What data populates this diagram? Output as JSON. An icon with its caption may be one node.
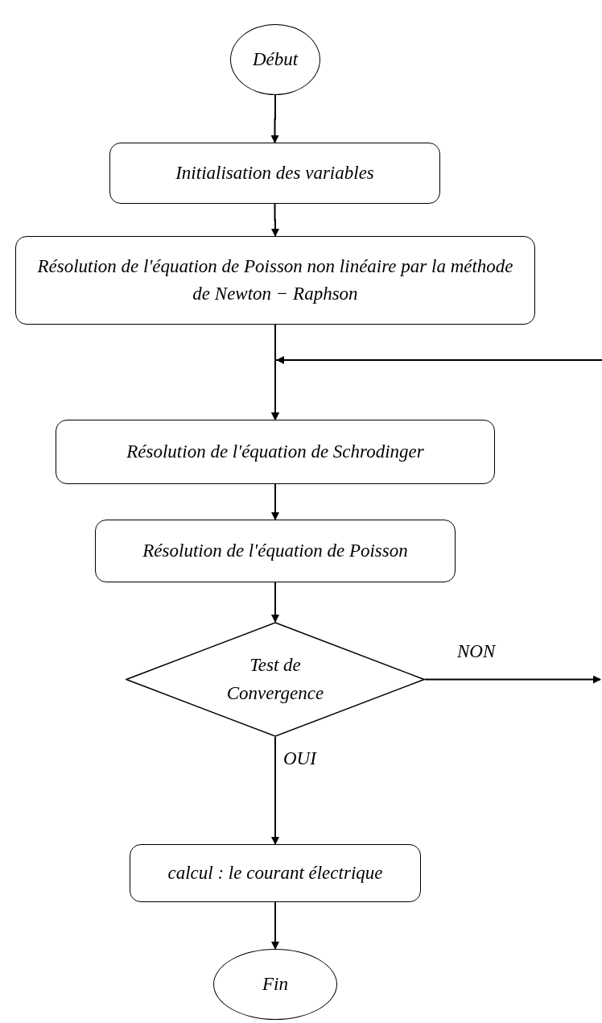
{
  "diagram": {
    "nodes": [
      {
        "text": [
          "Début"
        ]
      },
      {
        "text": [
          "Initialisation des variables"
        ]
      },
      {
        "text": [
          "Résolution de l'équation de Poisson non linéaire par la méthode de Newton − Raphson"
        ]
      },
      {
        "text": [
          "Résolution de l'équation de Schrodinger"
        ]
      },
      {
        "text": [
          "Résolution de l'équation de Poisson"
        ]
      },
      {
        "text": [
          "Test de Convergence"
        ]
      },
      {
        "text": [
          "calcul : le courant électrique"
        ]
      },
      {
        "text": [
          "Fin"
        ]
      }
    ],
    "edges": [
      {
        "from": 0,
        "to": 1,
        "arrow": "to"
      },
      {
        "from": 1,
        "to": 2,
        "arrow": "to"
      },
      {
        "from": 2,
        "to": 3,
        "arrow": "to"
      },
      {
        "from": 3,
        "to": 4,
        "arrow": "to"
      },
      {
        "from": 4,
        "to": 5,
        "arrow": "to"
      },
      {
        "from": 5,
        "to": null,
        "arrow": "to",
        "label": "NON"
      },
      {
        "from": 5,
        "to": 6,
        "arrow": "to",
        "label": "OUI"
      },
      {
        "from": 6,
        "to": 7,
        "arrow": "to"
      },
      {
        "from": null,
        "to": 3,
        "arrow": "to"
      }
    ]
  }
}
